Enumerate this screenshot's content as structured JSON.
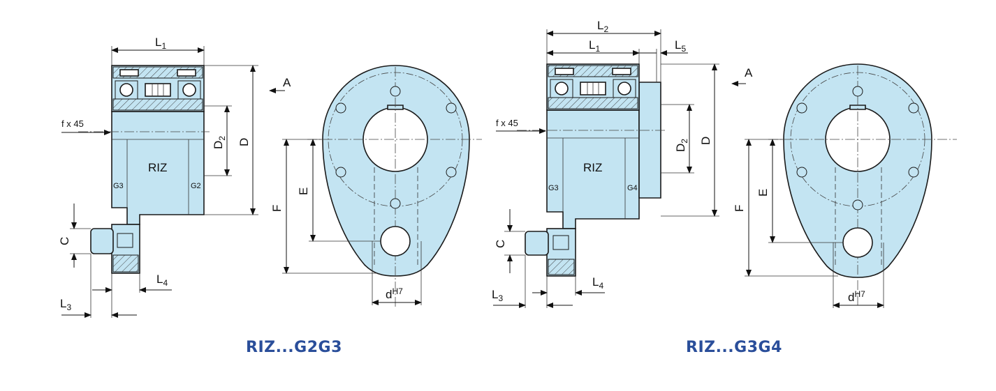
{
  "diagrams": [
    {
      "caption": "RIZ...G2G3",
      "body_label": "RIZ",
      "left_groove": "G3",
      "right_groove": "G2",
      "view_label": "A",
      "chamfer": "f x 45",
      "dims": {
        "L1": "L",
        "L1s": "1",
        "L3": "L",
        "L3s": "3",
        "L4": "L",
        "L4s": "4",
        "D2": "D",
        "D2s": "2",
        "D": "D",
        "C": "C",
        "F": "F",
        "E": "E",
        "d": "d",
        "ds": "H7"
      }
    },
    {
      "caption": "RIZ...G3G4",
      "body_label": "RIZ",
      "left_groove": "G3",
      "right_groove": "G4",
      "view_label": "A",
      "chamfer": "f x 45",
      "dims": {
        "L2": "L",
        "L2s": "2",
        "L5": "L",
        "L5s": "5",
        "L1": "L",
        "L1s": "1",
        "L3": "L",
        "L3s": "3",
        "L4": "L",
        "L4s": "4",
        "D2": "D",
        "D2s": "2",
        "D": "D",
        "C": "C",
        "F": "F",
        "E": "E",
        "d": "d",
        "ds": "H7"
      }
    }
  ]
}
